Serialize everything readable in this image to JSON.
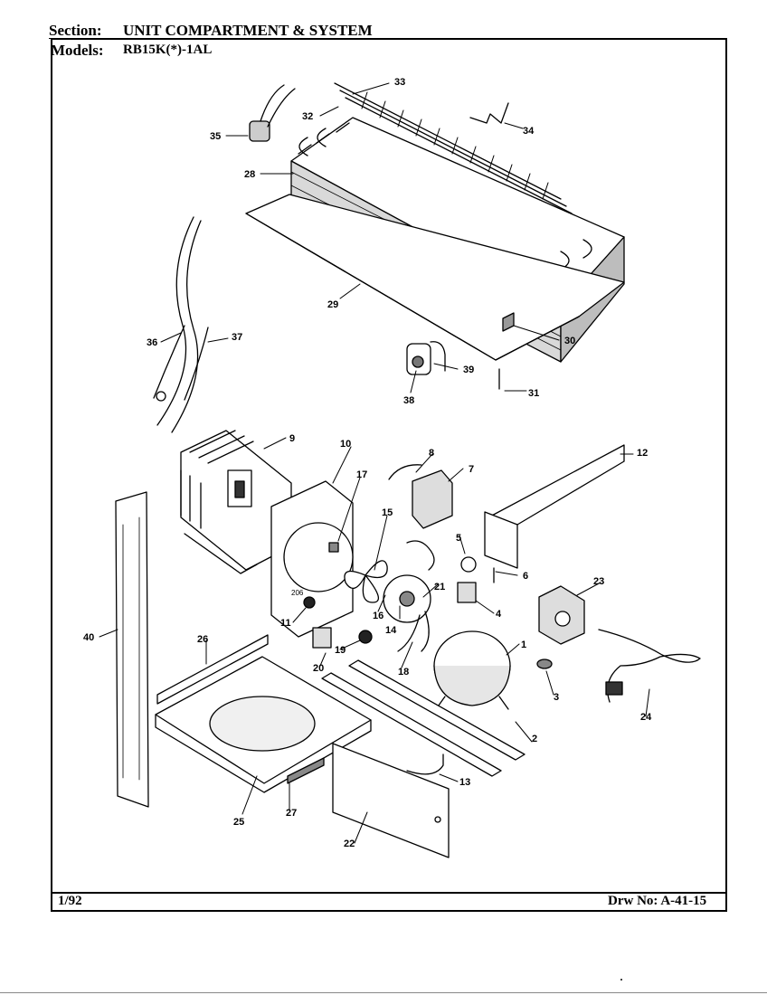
{
  "header": {
    "section_label": "Section:",
    "section_value": "UNIT COMPARTMENT & SYSTEM",
    "models_label": "Models:",
    "models_value": "RB15K(*)-1AL"
  },
  "footer": {
    "date": "1/92",
    "drawing_number": "Drw No: A-41-15"
  },
  "diagram": {
    "callouts": [
      "1",
      "2",
      "3",
      "4",
      "5",
      "6",
      "7",
      "8",
      "9",
      "10",
      "11",
      "12",
      "13",
      "14",
      "15",
      "16",
      "17",
      "18",
      "19",
      "20",
      "21",
      "22",
      "23",
      "24",
      "25",
      "26",
      "27",
      "28",
      "29",
      "30",
      "31",
      "32",
      "33",
      "34",
      "35",
      "36",
      "37",
      "38",
      "39",
      "40"
    ],
    "part_labels": {
      "fan_shroud_marking": "206"
    }
  }
}
